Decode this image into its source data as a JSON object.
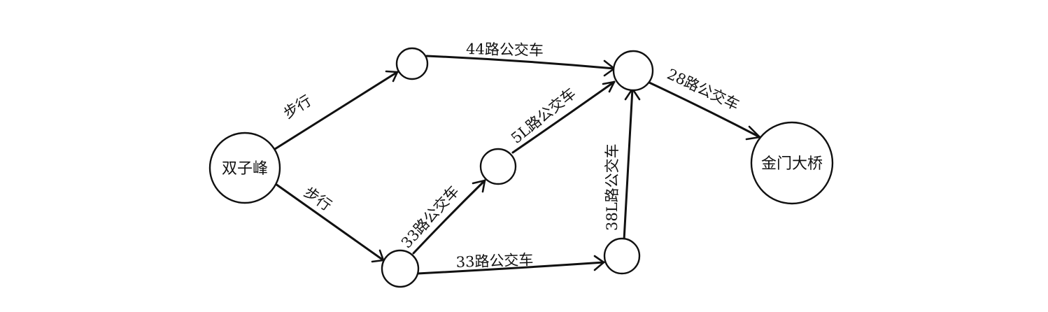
{
  "nodes": {
    "start": {
      "label": "双子峰"
    },
    "top": {
      "label": ""
    },
    "mid": {
      "label": ""
    },
    "bottom_left": {
      "label": ""
    },
    "bottom_right": {
      "label": ""
    },
    "hub": {
      "label": ""
    },
    "end": {
      "label": "金门大桥"
    }
  },
  "edges": {
    "start_top": {
      "label": "步行"
    },
    "start_bottom_left": {
      "label": "步行"
    },
    "top_hub": {
      "label": "44路公交车"
    },
    "bottom_left_mid": {
      "label": "33路公交车"
    },
    "mid_hub": {
      "label": "5L路公交车"
    },
    "bottom_left_bottom_right": {
      "label": "33路公交车"
    },
    "bottom_right_hub": {
      "label": "38L路公交车"
    },
    "hub_end": {
      "label": "28路公交车"
    }
  }
}
